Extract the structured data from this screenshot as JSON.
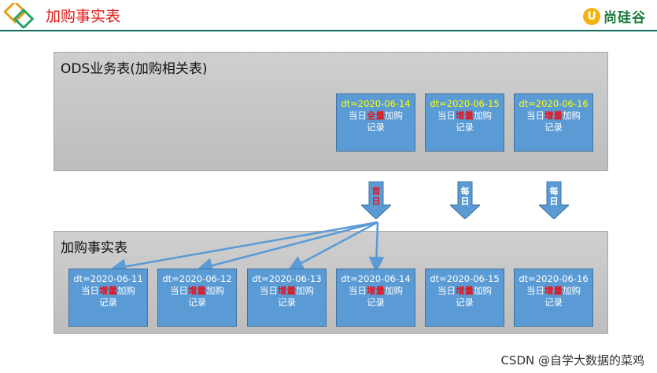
{
  "slide": {
    "title": "加购事实表"
  },
  "brand": {
    "mark": "U",
    "name": "尚硅谷"
  },
  "ods_panel": {
    "title": "ODS业务表(加购相关表)",
    "boxes": [
      {
        "dt": "dt=2020-06-14",
        "prefix": "当日",
        "keyword": "全量",
        "suffix": "加购",
        "line2": "记录"
      },
      {
        "dt": "dt=2020-06-15",
        "prefix": "当日",
        "keyword": "增量",
        "suffix": "加购",
        "line2": "记录"
      },
      {
        "dt": "dt=2020-06-16",
        "prefix": "当日",
        "keyword": "增量",
        "suffix": "加购",
        "line2": "记录"
      }
    ]
  },
  "arrows": [
    {
      "label_line1": "首",
      "label_line2": "日",
      "color": "#5b9bd5",
      "label_color": "#e0191f"
    },
    {
      "label_line1": "每",
      "label_line2": "日",
      "color": "#5b9bd5",
      "label_color": "#ffffff"
    },
    {
      "label_line1": "每",
      "label_line2": "日",
      "color": "#5b9bd5",
      "label_color": "#ffffff"
    }
  ],
  "fact_panel": {
    "title": "加购事实表",
    "boxes": [
      {
        "dt": "dt=2020-06-11",
        "prefix": "当日",
        "keyword": "增量",
        "suffix": "加购",
        "line2": "记录"
      },
      {
        "dt": "dt=2020-06-12",
        "prefix": "当日",
        "keyword": "增量",
        "suffix": "加购",
        "line2": "记录"
      },
      {
        "dt": "dt=2020-06-13",
        "prefix": "当日",
        "keyword": "增量",
        "suffix": "加购",
        "line2": "记录"
      },
      {
        "dt": "dt=2020-06-14",
        "prefix": "当日",
        "keyword": "增量",
        "suffix": "加购",
        "line2": "记录"
      },
      {
        "dt": "dt=2020-06-15",
        "prefix": "当日",
        "keyword": "增量",
        "suffix": "加购",
        "line2": "记录"
      },
      {
        "dt": "dt=2020-06-16",
        "prefix": "当日",
        "keyword": "增量",
        "suffix": "加购",
        "line2": "记录"
      }
    ]
  },
  "watermark": "CSDN @自学大数据的菜鸡",
  "colors": {
    "accent": "#5b9bd5",
    "title_red": "#e01a1a",
    "rule_green": "#0b6b5a"
  }
}
